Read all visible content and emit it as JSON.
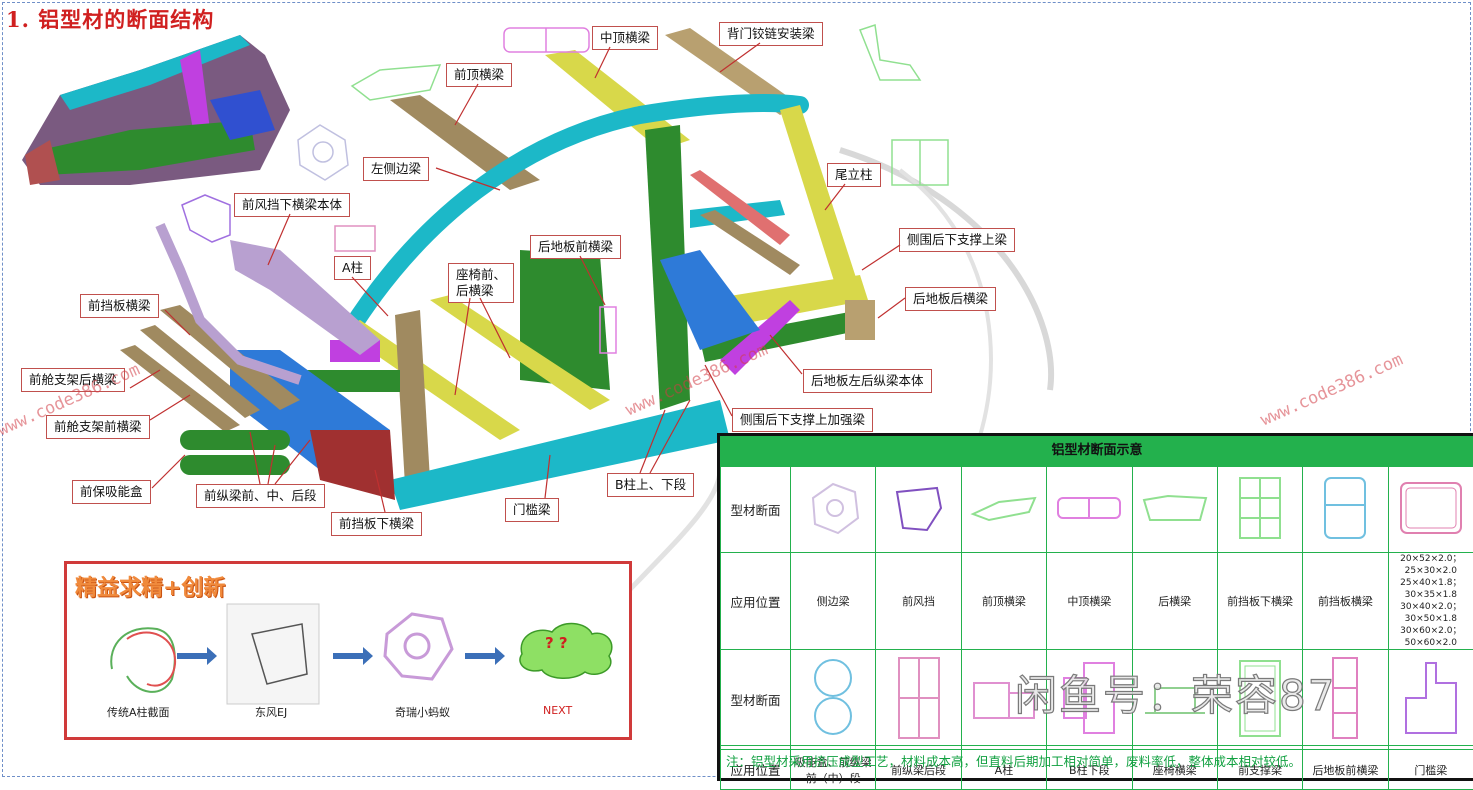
{
  "title": "1. 铝型材的断面结构",
  "callouts": [
    {
      "id": "zhongding",
      "text": "中顶横梁"
    },
    {
      "id": "beimen",
      "text": "背门铰链安装梁"
    },
    {
      "id": "qianding",
      "text": "前顶横梁"
    },
    {
      "id": "zuoce",
      "text": "左侧边梁"
    },
    {
      "id": "weili",
      "text": "尾立柱"
    },
    {
      "id": "qianfeng",
      "text": "前风挡下横梁本体"
    },
    {
      "id": "cewei_up",
      "text": "侧围后下支撑上梁"
    },
    {
      "id": "houdiban_front",
      "text": "后地板前横梁"
    },
    {
      "id": "azhu",
      "text": "A柱"
    },
    {
      "id": "zuoyi",
      "text": "座椅前、\n后横梁"
    },
    {
      "id": "houdiban_rear",
      "text": "后地板后横梁"
    },
    {
      "id": "qiandang",
      "text": "前挡板横梁"
    },
    {
      "id": "houdiban_long",
      "text": "后地板左后纵梁本体"
    },
    {
      "id": "qiancang_rear",
      "text": "前舱支架后横梁"
    },
    {
      "id": "cewei_reinf",
      "text": "侧围后下支撑上加强梁"
    },
    {
      "id": "qiancang_front",
      "text": "前舱支架前横梁"
    },
    {
      "id": "bzhu",
      "text": "B柱上、下段"
    },
    {
      "id": "qianbao",
      "text": "前保吸能盒"
    },
    {
      "id": "qianzong",
      "text": "前纵梁前、中、后段"
    },
    {
      "id": "menkan",
      "text": "门槛梁"
    },
    {
      "id": "qiandang_low",
      "text": "前挡板下横梁"
    }
  ],
  "watermarks": {
    "site": "www.code386.com",
    "xianyu": "闲鱼号：荣容87"
  },
  "innovation": {
    "title": "精益求精+创新",
    "captions": [
      "传统A柱截面",
      "东风EJ",
      "奇瑞小蚂蚁",
      "NEXT"
    ],
    "bubble": "? ?"
  },
  "table": {
    "title": "铝型材断面示意",
    "row_label_section": "型材断面",
    "row_label_position": "应用位置",
    "positions_1": [
      "侧边梁",
      "前风挡",
      "前顶横梁",
      "中顶横梁",
      "后横梁",
      "前挡板下横梁",
      "前挡板横梁"
    ],
    "dims": "20×52×2.0；25×30×2.0\n25×40×1.8；30×35×1.8\n30×40×2.0；30×50×1.8\n30×60×2.0；50×60×2.0",
    "positions_2": [
      "吸能盒、前纵梁前（中）段",
      "前纵梁后段",
      "A柱",
      "B柱下段",
      "座椅横梁",
      "前支撑梁",
      "后地板前横梁",
      "门槛梁"
    ],
    "note": "注：铝型材采用挤压成型工艺，材料成本高，但直料后期加工相对简单，废料率低，整体成本相对较低。"
  },
  "colors": {
    "cyan": "#1cb8c8",
    "yellow": "#d8d84a",
    "green": "#2e8b2e",
    "brown": "#a08a60",
    "blue": "#2e7ad8",
    "purple": "#c040e0",
    "table_green": "#23b14d",
    "callout_border": "#c0504d"
  }
}
